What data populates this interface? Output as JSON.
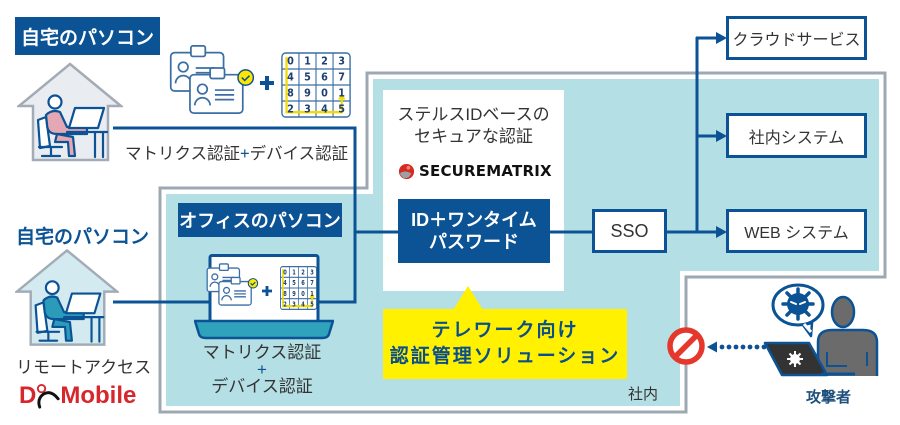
{
  "colors": {
    "primary": "#0b5394",
    "zone_fill": "#b4dfe5",
    "zone_border": "#9ea8b3",
    "callout": "#fff100",
    "danger": "#e5372c",
    "dmobile_red": "#d7262c"
  },
  "home_top": {
    "label": "自宅のパソコン",
    "auth_text_a": "マトリクス認証",
    "auth_plus": "+",
    "auth_text_b": "デバイス認証"
  },
  "home_bottom": {
    "label": "自宅のパソコン",
    "remote_access": "リモートアクセス",
    "logo_prefix": "D",
    "logo_suffix": "Mobile"
  },
  "office": {
    "label": "オフィスのパソコン",
    "auth_line1": "マトリクス認証",
    "auth_plus": "+",
    "auth_line2": "デバイス認証"
  },
  "securematrix": {
    "caption_line1": "ステルスIDベースの",
    "caption_line2": "セキュアな認証",
    "logo_text": "SECUREMATRIX",
    "auth_box_line1": "ID＋ワンタイム",
    "auth_box_line2": "パスワード"
  },
  "sso": {
    "label": "SSO"
  },
  "targets": [
    {
      "label": "クラウドサービス"
    },
    {
      "label": "社内システム"
    },
    {
      "label": "WEB システム"
    }
  ],
  "callout": {
    "line1": "テレワーク向け",
    "line2": "認証管理ソリューション"
  },
  "zone_label": "社内",
  "attacker": {
    "label": "攻撃者"
  },
  "matrix": {
    "digits": [
      "0",
      "1",
      "2",
      "3",
      "4",
      "5",
      "6",
      "7",
      "8",
      "9",
      "0",
      "1",
      "2",
      "3",
      "4",
      "5"
    ]
  },
  "icons": {
    "house": "house-with-person-icon",
    "id_cards": "id-card-icon",
    "matrix": "matrix-grid-icon",
    "laptop": "laptop-icon",
    "block": "prohibited-icon",
    "attacker": "attacker-icon",
    "virus": "virus-icon"
  }
}
